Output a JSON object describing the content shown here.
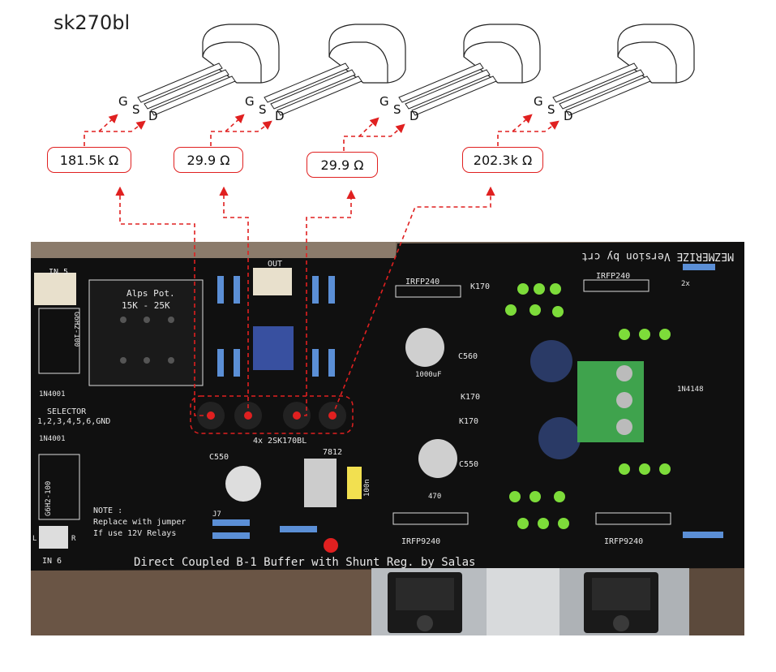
{
  "title": "sk270bl",
  "pin_labels": {
    "g": "G",
    "s": "S",
    "d": "D"
  },
  "measurements": [
    {
      "label": "181.5k",
      "unit": "Ω"
    },
    {
      "label": "29.9",
      "unit": "Ω"
    },
    {
      "label": "29.9",
      "unit": "Ω"
    },
    {
      "label": "202.3k",
      "unit": "Ω"
    }
  ],
  "pcb": {
    "in5": "IN 5",
    "out": "OUT",
    "alps_line1": "Alps Pot.",
    "alps_line2": "15K - 25K",
    "relay1": "G6H2-100",
    "relay2": "G6H2-100",
    "diode1": "1N4001",
    "diode2": "1N4001",
    "selector_line1": "SELECTOR",
    "selector_line2": "1,2,3,4,5,6,GND",
    "jfet_label": "4x 2SK170BL",
    "c550a": "C550",
    "c550b": "C550",
    "reg": "7812",
    "cap100n": "100n",
    "note_line1": "NOTE :",
    "note_line2": "Replace with jumper",
    "note_line3": "If use 12V Relays",
    "in6": "IN 6",
    "lr_l": "L",
    "lr_r": "R",
    "bottom_title": "Direct Coupled B-1 Buffer with Shunt Reg. by Salas",
    "mezmerize": "MEZMERIZE Version by crt",
    "irfp240a": "IRFP240",
    "irfp240b": "IRFP240",
    "irfp9240a": "IRFP9240",
    "irfp9240b": "IRFP9240",
    "k170a": "K170",
    "k170b": "K170",
    "k170c": "K170",
    "c560": "C560",
    "r470": "470",
    "r1000": "1000uF",
    "r2x": "2x",
    "n4148": "1N4148",
    "lbl_17": "J7"
  },
  "colors": {
    "accent": "#e02020",
    "pcb": "#101010",
    "terminal": "#3fa34d",
    "led": "#7ddc3a"
  }
}
